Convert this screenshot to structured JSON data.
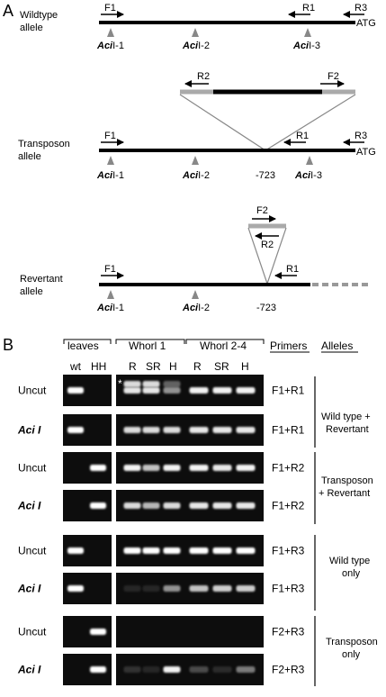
{
  "panel_a": {
    "label": "A",
    "wildtype": {
      "allele_line1": "Wildtype",
      "allele_line2": "allele",
      "primer_f1": "F1",
      "primer_r1": "R1",
      "primer_r3": "R3",
      "atg": "ATG",
      "site1_enzyme": "Aci",
      "site1_num": "I-1",
      "site2_enzyme": "Aci",
      "site2_num": "I-2",
      "site3_enzyme": "Aci",
      "site3_num": "I-3"
    },
    "transposon": {
      "allele_line1": "Transposon",
      "allele_line2": "allele",
      "primer_f1": "F1",
      "primer_r1": "R1",
      "primer_r2": "R2",
      "primer_f2": "F2",
      "primer_r3": "R3",
      "atg": "ATG",
      "position": "-723",
      "site1_enzyme": "Aci",
      "site1_num": "I-1",
      "site2_enzyme": "Aci",
      "site2_num": "I-2",
      "site3_enzyme": "Aci",
      "site3_num": "I-3"
    },
    "revertant": {
      "allele_line1": "Revertant",
      "allele_line2": "allele",
      "primer_f1": "F1",
      "primer_f2": "F2",
      "primer_r2": "R2",
      "primer_r1": "R1",
      "position": "-723",
      "site1_enzyme": "Aci",
      "site1_num": "I-1",
      "site2_enzyme": "Aci",
      "site2_num": "I-2"
    }
  },
  "panel_b": {
    "label": "B",
    "headers": {
      "leaves": "leaves",
      "whorl1": "Whorl 1",
      "whorl24": "Whorl 2-4",
      "primers": "Primers",
      "alleles": "Alleles"
    },
    "lanes": {
      "wt": "wt",
      "hh": "HH",
      "w1": [
        "R",
        "SR",
        "H"
      ],
      "w24": [
        "R",
        "SR",
        "H"
      ]
    },
    "asterisk": "*",
    "rows": [
      {
        "treatment": "Uncut",
        "primers": "F1+R1"
      },
      {
        "treatment": "Aci I",
        "primers": "F1+R1"
      },
      {
        "treatment": "Uncut",
        "primers": "F1+R2"
      },
      {
        "treatment": "Aci I",
        "primers": "F1+R2"
      },
      {
        "treatment": "Uncut",
        "primers": "F1+R3"
      },
      {
        "treatment": "Aci I",
        "primers": "F1+R3"
      },
      {
        "treatment": "Uncut",
        "primers": "F2+R3"
      },
      {
        "treatment": "Aci I",
        "primers": "F2+R3"
      }
    ],
    "groups": [
      {
        "line1": "Wild type +",
        "line2": "Revertant"
      },
      {
        "line1": "Transposon",
        "line2": "+ Revertant"
      },
      {
        "line1": "Wild type",
        "line2": "only"
      },
      {
        "line1": "Transposon",
        "line2": "only"
      }
    ]
  }
}
